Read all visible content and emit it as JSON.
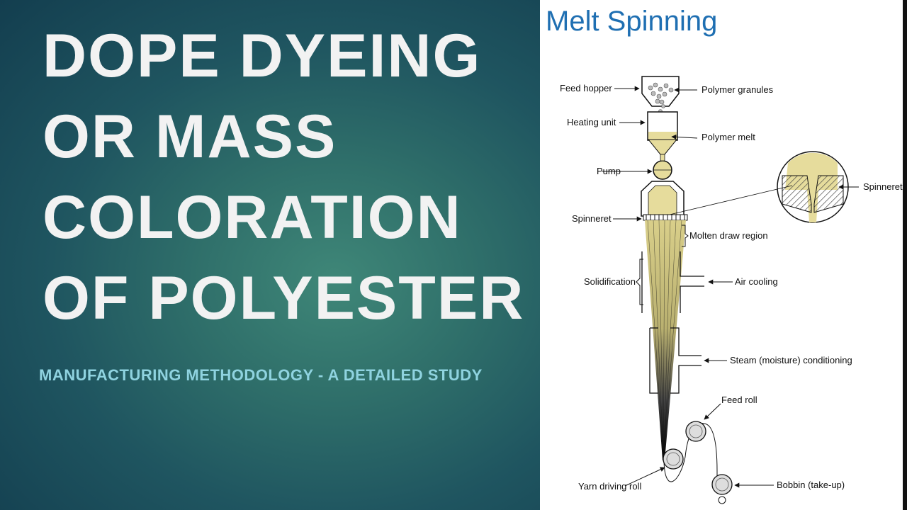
{
  "slide": {
    "title_lines": [
      "DOPE DYEING",
      "OR MASS",
      "COLORATION",
      "OF POLYESTER"
    ],
    "subtitle": "MANUFACTURING METHODOLOGY - A DETAILED STUDY"
  },
  "diagram": {
    "title": "Melt Spinning",
    "labels": {
      "feed_hopper": "Feed hopper",
      "polymer_granules": "Polymer granules",
      "heating_unit": "Heating unit",
      "polymer_melt": "Polymer melt",
      "pump": "Pump",
      "spinneret_left": "Spinneret",
      "spinneret_right": "Spinneret",
      "molten_draw_region": "Molten draw region",
      "solidification": "Solidification",
      "air_cooling": "Air cooling",
      "steam_conditioning": "Steam (moisture) conditioning",
      "feed_roll": "Feed roll",
      "yarn_driving_roll": "Yarn driving roll",
      "bobbin": "Bobbin (take-up)"
    },
    "colors": {
      "polymer": "#e6dc9c",
      "title": "#1f6fb2"
    }
  }
}
